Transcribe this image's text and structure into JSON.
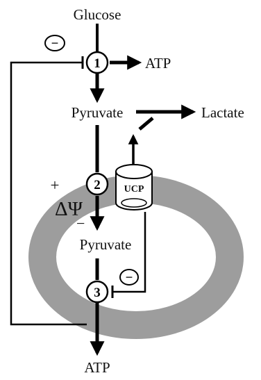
{
  "labels": {
    "glucose": "Glucose",
    "atp_top": "ATP",
    "pyruvate_cyto": "Pyruvate",
    "lactate": "Lactate",
    "pyruvate_mito": "Pyruvate",
    "atp_bottom": "ATP",
    "ucp": "UCP",
    "delta_psi": "ΔΨ",
    "plus": "+",
    "minus_membrane": "−"
  },
  "steps": [
    {
      "number": "1"
    },
    {
      "number": "2"
    },
    {
      "number": "3"
    }
  ],
  "inhibition_signs": [
    {
      "symbol": "−"
    },
    {
      "symbol": "−"
    }
  ],
  "colors": {
    "membrane": "#9d9d9d",
    "line": "#000000",
    "background": "#ffffff"
  }
}
